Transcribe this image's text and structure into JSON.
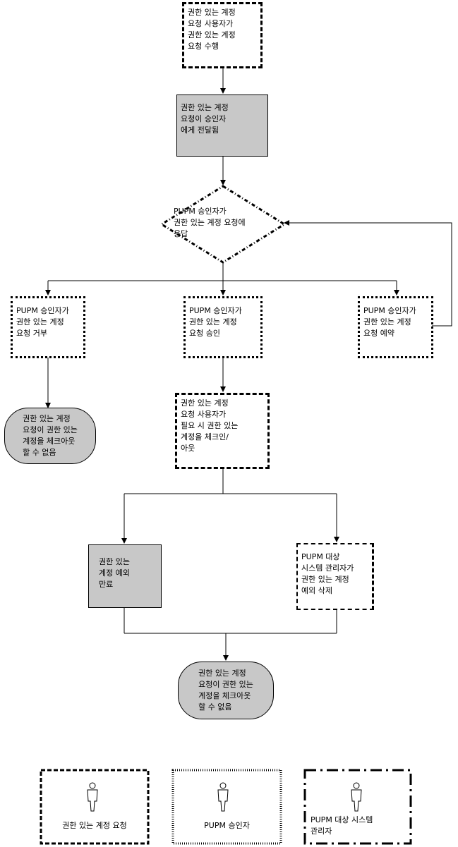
{
  "nodes": {
    "start": "권한 있는 계정\n요청 사용자가\n권한 있는 계정\n요청 수행",
    "forwarded": "권한 있는 계정\n요청이 승인자\n에게 전달됨",
    "decision": "PUPM 승인자가\n권한 있는 계정 요청에\n응답",
    "reject": "PUPM 승인자가\n권한 있는 계정\n요청 거부",
    "approve": "PUPM 승인자가\n권한 있는 계정\n요청 승인",
    "reserve": "PUPM 승인자가\n권한 있는 계정\n요청 예약",
    "end_reject": "권한 있는 계정\n요청이 권한 있는\n계정을 체크아웃\n할 수 없음",
    "checkinout": "권한 있는 계정\n요청 사용자가\n필요 시 권한 있는\n계정을 체크인/\n아웃",
    "expire": "권한 있는\n계정 예외\n만료",
    "admin_delete": "PUPM 대상\n시스템 관리자가\n권한 있는 계정\n예외 삭제",
    "end_final": "권한 있는 계정\n요청이 권한 있는\n계정을 체크아웃\n할 수 없음"
  },
  "legend": {
    "requester": "권한 있는 계정 요청",
    "approver": "PUPM 승인자",
    "admin": "PUPM 대상 시스템\n관리자"
  }
}
